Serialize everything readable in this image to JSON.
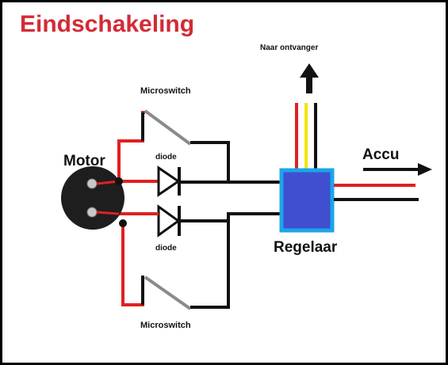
{
  "title": "Eindschakeling",
  "labels": {
    "to_receiver": "Naar ontvanger",
    "microswitch_top": "Microswitch",
    "microswitch_bottom": "Microswitch",
    "diode_top": "diode",
    "diode_bottom": "diode",
    "motor": "Motor",
    "battery": "Accu",
    "regulator": "Regelaar"
  },
  "colors": {
    "title": "#d42a35",
    "wire_black": "#111111",
    "wire_red": "#e02020",
    "wire_yellow": "#f2e600",
    "switch_lever": "#8a8a8a",
    "regulator_fill": "#3f4fd0",
    "regulator_border": "#1aa6e8",
    "motor_body": "#1e1e1e",
    "terminal": "#c8c8c8",
    "receiver_label": "#c0282d"
  },
  "icons": {
    "upward_arrow": "arrow-up-icon",
    "right_arrow": "arrow-right-icon"
  }
}
